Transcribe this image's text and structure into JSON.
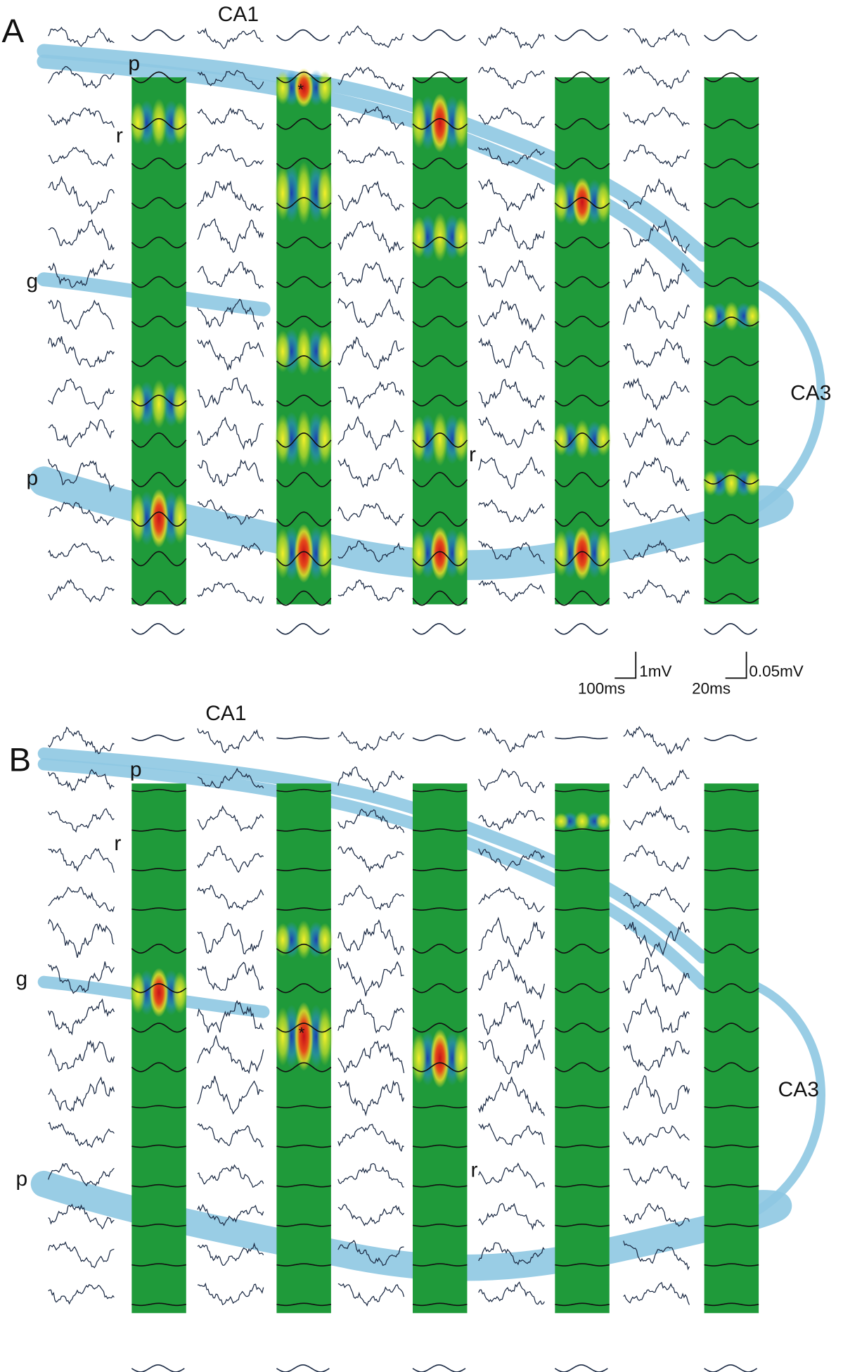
{
  "panels": [
    {
      "letter": "A",
      "region_title": "CA1",
      "layer_labels": {
        "p_top": "p",
        "r_top": "r",
        "g": "g",
        "p_bottom": "p",
        "r_mid": "r"
      },
      "ca3_label": "CA3",
      "asterisk": "*"
    },
    {
      "letter": "B",
      "region_title": "CA1",
      "layer_labels": {
        "p_top": "p",
        "r_top": "r",
        "g": "g",
        "p_bottom": "p",
        "r_mid": "r"
      },
      "ca3_label": "CA3",
      "asterisk": "*"
    }
  ],
  "scale_bars": {
    "raw_voltage": "1mV",
    "raw_time": "100ms",
    "avg_voltage": "0.05mV",
    "avg_time": "20ms"
  },
  "colors": {
    "band": "#8ec8e2",
    "heatmap_bg": "#1f9a3a",
    "hot": "#d9261c",
    "warm": "#f2ea2a",
    "cold": "#1d4fb8",
    "trace": "#1b2a44"
  }
}
